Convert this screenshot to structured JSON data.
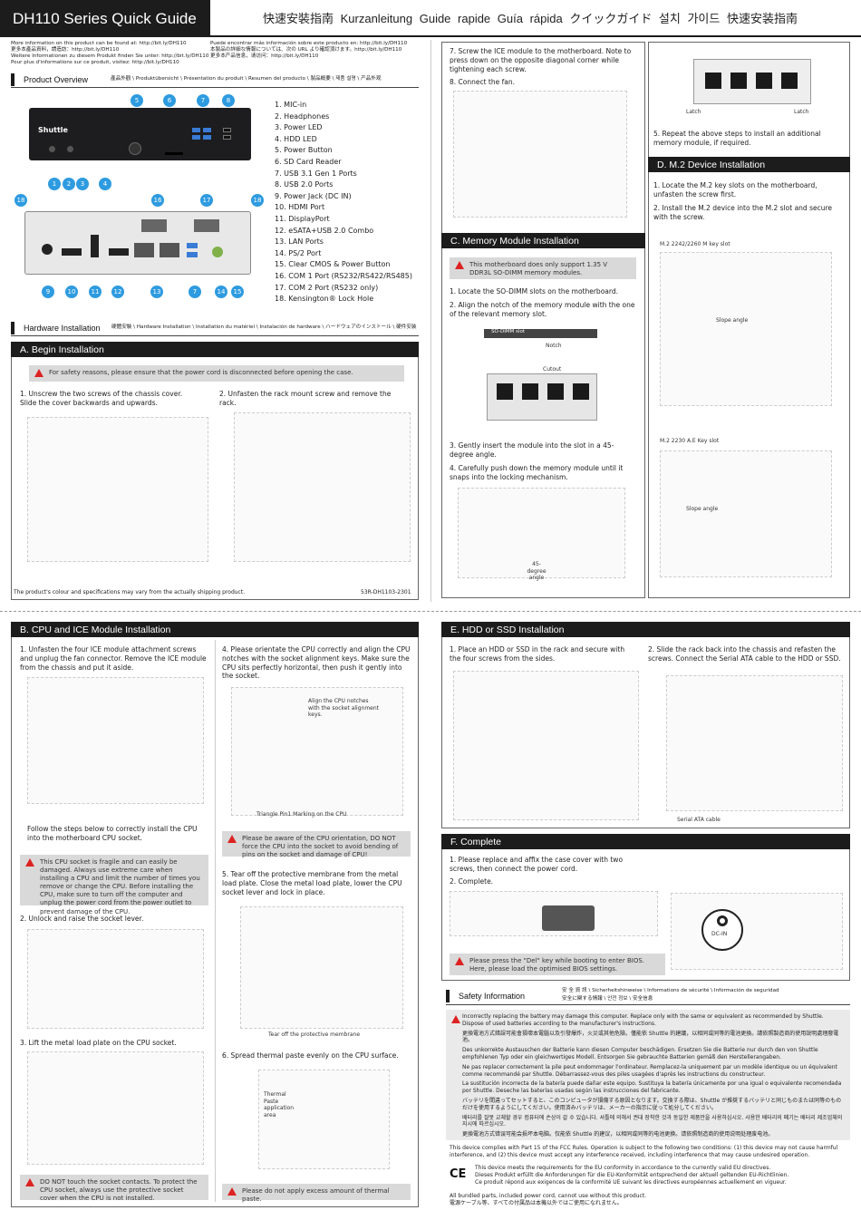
{
  "header": {
    "title": "DH110 Series Quick Guide",
    "langs": "快速安裝指南  Kurzanleitung  Guide rapide  Guía rápida  クイックガイド  설치 가이드  快速安装指南"
  },
  "more_info": {
    "left": [
      "More information on this product can be found at: http://bit.ly/DH110",
      "更多本產品資料，請造訪：http://bit.ly/DH110",
      "Weitere Informationen zu diesem Produkt finden Sie unter: http://bit.ly/DH110",
      "Pour plus d'informations sur ce produit, visitez: http://bit.ly/DH110"
    ],
    "right": [
      "Puede encontrar más información sobre este producto en: http://bit.ly/DH110",
      "本製品の詳細な情報については、次の URL より確認頂けます。http://bit.ly/DH110",
      "更多本产品信息，请访问：http://bit.ly/DH110"
    ]
  },
  "overview": {
    "title": "Product Overview",
    "langs": "產品外觀 \\ Produktübersicht \\ Présentation du produit \\ Resumen del producto \\ 製品概要 \\ 제품 설명 \\ 产品外观",
    "items": [
      "1. MIC-in",
      "2. Headphones",
      "3. Power LED",
      "4. HDD LED",
      "5. Power Button",
      "6. SD Card Reader",
      "7. USB 3.1 Gen 1 Ports",
      "8. USB 2.0 Ports",
      "9. Power Jack (DC IN)",
      "10. HDMI Port",
      "11. DisplayPort",
      "12. eSATA+USB 2.0 Combo",
      "13. LAN Ports",
      "14. PS/2 Port",
      "15. Clear CMOS & Power Button",
      "16. COM 1 Port (RS232/RS422/RS485)",
      "17. COM 2 Port (RS232 only)",
      "18. Kensington® Lock Hole"
    ],
    "front_nums": [
      "5",
      "6",
      "7",
      "8",
      "1",
      "2",
      "3",
      "4"
    ],
    "back_nums": [
      "18",
      "16",
      "17",
      "18",
      "9",
      "10",
      "11",
      "12",
      "13",
      "7",
      "14",
      "15"
    ],
    "brand": "Shuttle"
  },
  "hw": {
    "title": "Hardware Installation",
    "langs": "硬體安裝 \\ Hardware Installation \\ Installation du matériel \\ Instalación de hardware \\ ハードウェアのインストール \\ 硬件安装"
  },
  "begin": {
    "title": "A. Begin Installation",
    "warn": "For safety reasons, please ensure that the power cord is disconnected before opening the case.",
    "s1": "1. Unscrew the two screws of the chassis cover.\nSlide the cover backwards and upwards.",
    "s2": "2. Unfasten the rack mount screw and remove the rack.",
    "note": "The product's colour and specifications may vary from the actually shipping product.",
    "code": "53R-DH1103-2301"
  },
  "ice_top": {
    "s7": "7. Screw the ICE module to the motherboard. Note to press down on the opposite diagonal corner while tightening each screw.",
    "s8": "8. Connect the fan."
  },
  "memory": {
    "title": "C. Memory Module Installation",
    "warn": "This motherboard does only support 1.35 V DDR3L SO-DIMM memory modules.",
    "s1": "1. Locate the SO-DIMM slots on the motherboard.",
    "s2": "2. Align the notch of the memory module with the one of the relevant memory slot.",
    "slot": "SO-DIMM slot",
    "notch": "Notch",
    "cutout": "Cutout",
    "s3": "3. Gently insert the module into the slot in a 45-degree angle.",
    "s4": "4. Carefully push down the memory module until it snaps into the locking mechanism.",
    "angle": "45-degree angle",
    "latch": "Latch",
    "s5": "5. Repeat the above steps to install an additional memory module, if required."
  },
  "m2": {
    "title": "D. M.2 Device Installation",
    "s1": "1. Locate the M.2 key slots on the motherboard, unfasten the screw first.",
    "s2": "2. Install the M.2 device into the M.2 slot and secure with the screw.",
    "k1": "M.2 2242/2260 M key slot",
    "k2": "M.2 2230 A.E Key slot",
    "slope": "Slope angle"
  },
  "cpu": {
    "title": "B. CPU and ICE Module Installation",
    "s1": "1. Unfasten the four ICE module attachment screws and unplug the fan connector. Remove the ICE module from the chassis and put it aside.",
    "follow": "Follow the steps below to correctly install the CPU into the motherboard CPU socket.",
    "warn1": "This CPU socket is fragile and can easily be damaged. Always use extreme care when installing a CPU and limit the number of times you remove or change the CPU. Before installing the CPU, make sure to turn off the computer and unplug the power cord from the power outlet to prevent damage of the CPU.",
    "s2": "2. Unlock and raise the socket lever.",
    "s3": "3. Lift the metal load plate on the CPU socket.",
    "warn2": "DO NOT touch the socket contacts. To protect the CPU socket, always use the protective socket cover when the CPU is not installed.",
    "s4": "4. Please orientate the CPU correctly and align the CPU notches with the socket alignment keys. Make sure the CPU sits perfectly horizontal, then push it gently into the socket.",
    "align": "Align the CPU notches with the socket alignment keys.",
    "tri": "Triangle Pin1 Marking on the CPU",
    "warn3": "Please be aware of the CPU orientation, DO NOT force the CPU into the socket to avoid bending of pins on the socket and damage of CPU!",
    "s5": "5. Tear off the protective membrane from the metal load plate. Close the metal load plate, lower the CPU socket lever and lock in place.",
    "tear": "Tear off the protective membrane",
    "s6": "6. Spread thermal paste evenly on the CPU surface.",
    "paste": "Thermal Paste application area",
    "warn4": "Please do not apply excess amount of thermal paste."
  },
  "hdd": {
    "title": "E. HDD or SSD Installation",
    "s1": "1. Place an HDD or SSD in the rack and secure with the four screws from the sides.",
    "s2": "2. Slide the rack back into the chassis and refasten the screws. Connect the Serial ATA cable to the HDD or SSD.",
    "sata": "Serial ATA cable"
  },
  "complete": {
    "title": "F. Complete",
    "s1": "1. Please replace and affix the case cover with two screws, then connect the power cord.",
    "s2": "2. Complete.",
    "dcin": "DC-IN",
    "warn": "Please press the \"Del\" key while booting to enter BIOS. Here, please load the optimised BIOS settings."
  },
  "safety": {
    "title": "Safety Information",
    "langs1": "安 全 資 訊 \\ Sicherheitshinweise \\ Informations de sécurité \\ Información de seguridad",
    "langs2": "安全に関する情報 \\ 안전 정보 \\ 安全信息",
    "lines": [
      "Incorrectly replacing the battery may damage this computer. Replace only with the same or equivalent as recommended by Shuttle. Dispose of used batteries according to the manufacturer's instructions.",
      "更換電池方式錯誤可能會損壞本電腦以及引發爆炸，火災或其他危險。僅能依 Shuttle 的建議，以相同或同等的電池更換。請依照製造商的使用說明處理廢電池。",
      "Des unkorrekte Austauschen der Batterie kann diesen Computer beschädigen. Ersetzen Sie die Batterie nur durch den von Shuttle empfohlenen Typ oder ein gleichwertiges Modell. Entsorgen Sie gebrauchte Batterien gemäß den Herstellerangaben.",
      "Ne pas replacer correctement la pile peut endommager l'ordinateur. Remplacez-la uniquement par un modèle identique ou un équivalent comme recommandé par Shuttle. Débarrassez-vous des piles usagées d'après les instructions du constructeur.",
      "La sustitución incorrecta de la batería puede dañar este equipo. Sustituya la batería únicamente por una igual o equivalente recomendada por Shuttle. Deseche las baterías usadas según las instrucciones del fabricante.",
      "バッテリを間違ってセットすると、このコンピュータが損傷する原因となります。交換する際は、Shuttle が推奨するバッテリと同じものまたは同等のものだけを使用するようにしてください。使用済みバッテリは、メーカーの指示に従って処分してください。",
      "배터리를 잘못 교체할 경우 컴퓨터에 손상이 갈 수 있습니다. 셔틀에 의해서 권대 장착한 것과 동일한 제품만을 사용하십시오. 사용한 배터리의 폐기는 배터리 제조업체의 지시에 따르십시오.",
      "更換電池方式错误可能会损坏本电脑。仅能依 Shuttle 的建议，以相同或同等的电池更换。请依照制造商的使用说明处理废电池。"
    ],
    "fcc": "This device complies with Part 15 of the FCC Rules. Operation is subject to the following two conditions: (1) this device may not cause harmful interference, and (2) this device must accept any interference received, including interference that may cause undesired operation.",
    "ce": [
      "This device meets the requirements for the EU conformity in accordance to the currently valid EU directives.",
      "Dieses Produkt erfüllt die Anforderungen für die EU-Konformität entsprechend der aktuell geltenden EU-Richtlinien.",
      "Ce produit répond aux exigences de la conformité UE suivant les directives européennes actuellement en vigueur."
    ],
    "cable": [
      "All bundled parts, included power cord, cannot use without this product.",
      "電源ケーブル等、すべての付属品は本機以外ではご使用になれません。"
    ]
  }
}
